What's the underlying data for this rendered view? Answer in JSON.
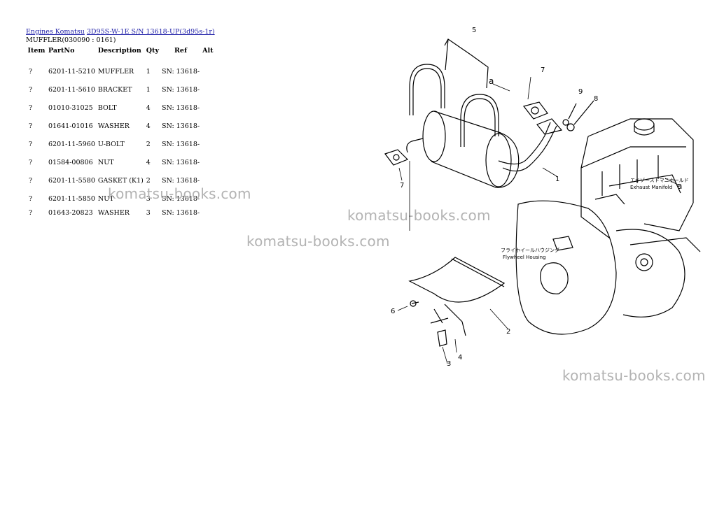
{
  "breadcrumb": {
    "link1": "Engines Komatsu",
    "link2": "3D95S-W-1E S/N 13618-UP(3d95s-1r)"
  },
  "subtitle": "MUFFLER(030090 : 0161)",
  "table": {
    "headers": [
      "Item",
      "PartNo",
      "Description",
      "Qty",
      "Ref",
      "Alt"
    ],
    "rows": [
      {
        "item": "?",
        "partno": "6201-11-5210",
        "description": "MUFFLER",
        "qty": "1",
        "ref": "SN: 13618-",
        "alt": ""
      },
      {
        "item": "?",
        "partno": "6201-11-5610",
        "description": "BRACKET",
        "qty": "1",
        "ref": "SN: 13618-",
        "alt": ""
      },
      {
        "item": "?",
        "partno": "01010-31025",
        "description": "BOLT",
        "qty": "4",
        "ref": "SN: 13618-",
        "alt": ""
      },
      {
        "item": "?",
        "partno": "01641-01016",
        "description": "WASHER",
        "qty": "4",
        "ref": "SN: 13618-",
        "alt": ""
      },
      {
        "item": "?",
        "partno": "6201-11-5960",
        "description": "U-BOLT",
        "qty": "2",
        "ref": "SN: 13618-",
        "alt": ""
      },
      {
        "item": "?",
        "partno": "01584-00806",
        "description": "NUT",
        "qty": "4",
        "ref": "SN: 13618-",
        "alt": ""
      },
      {
        "item": "?",
        "partno": "6201-11-5580",
        "description": "GASKET (K1)",
        "qty": "2",
        "ref": "SN: 13618-",
        "alt": ""
      },
      {
        "item": "?",
        "partno": "6201-11-5850",
        "description": "NUT",
        "qty": "3",
        "ref": "SN: 13618-",
        "alt": ""
      },
      {
        "item": "?",
        "partno": "01643-20823",
        "description": "WASHER",
        "qty": "3",
        "ref": "SN: 13618-",
        "alt": ""
      }
    ]
  },
  "watermarks": [
    "komatsu-books.com",
    "komatsu-books.com",
    "komatsu-books.com",
    "komatsu-books.com"
  ],
  "diagram": {
    "callouts": [
      "5",
      "7",
      "a",
      "9",
      "8",
      "1",
      "7",
      "a",
      "6",
      "2",
      "4",
      "3"
    ],
    "labels": {
      "manifold_jp": "エキゾーストマニホールド",
      "manifold_en": "Exhaust Manifold",
      "flywheel_jp": "フライホイールハウジング",
      "flywheel_en": "Flywheel Housing"
    }
  }
}
